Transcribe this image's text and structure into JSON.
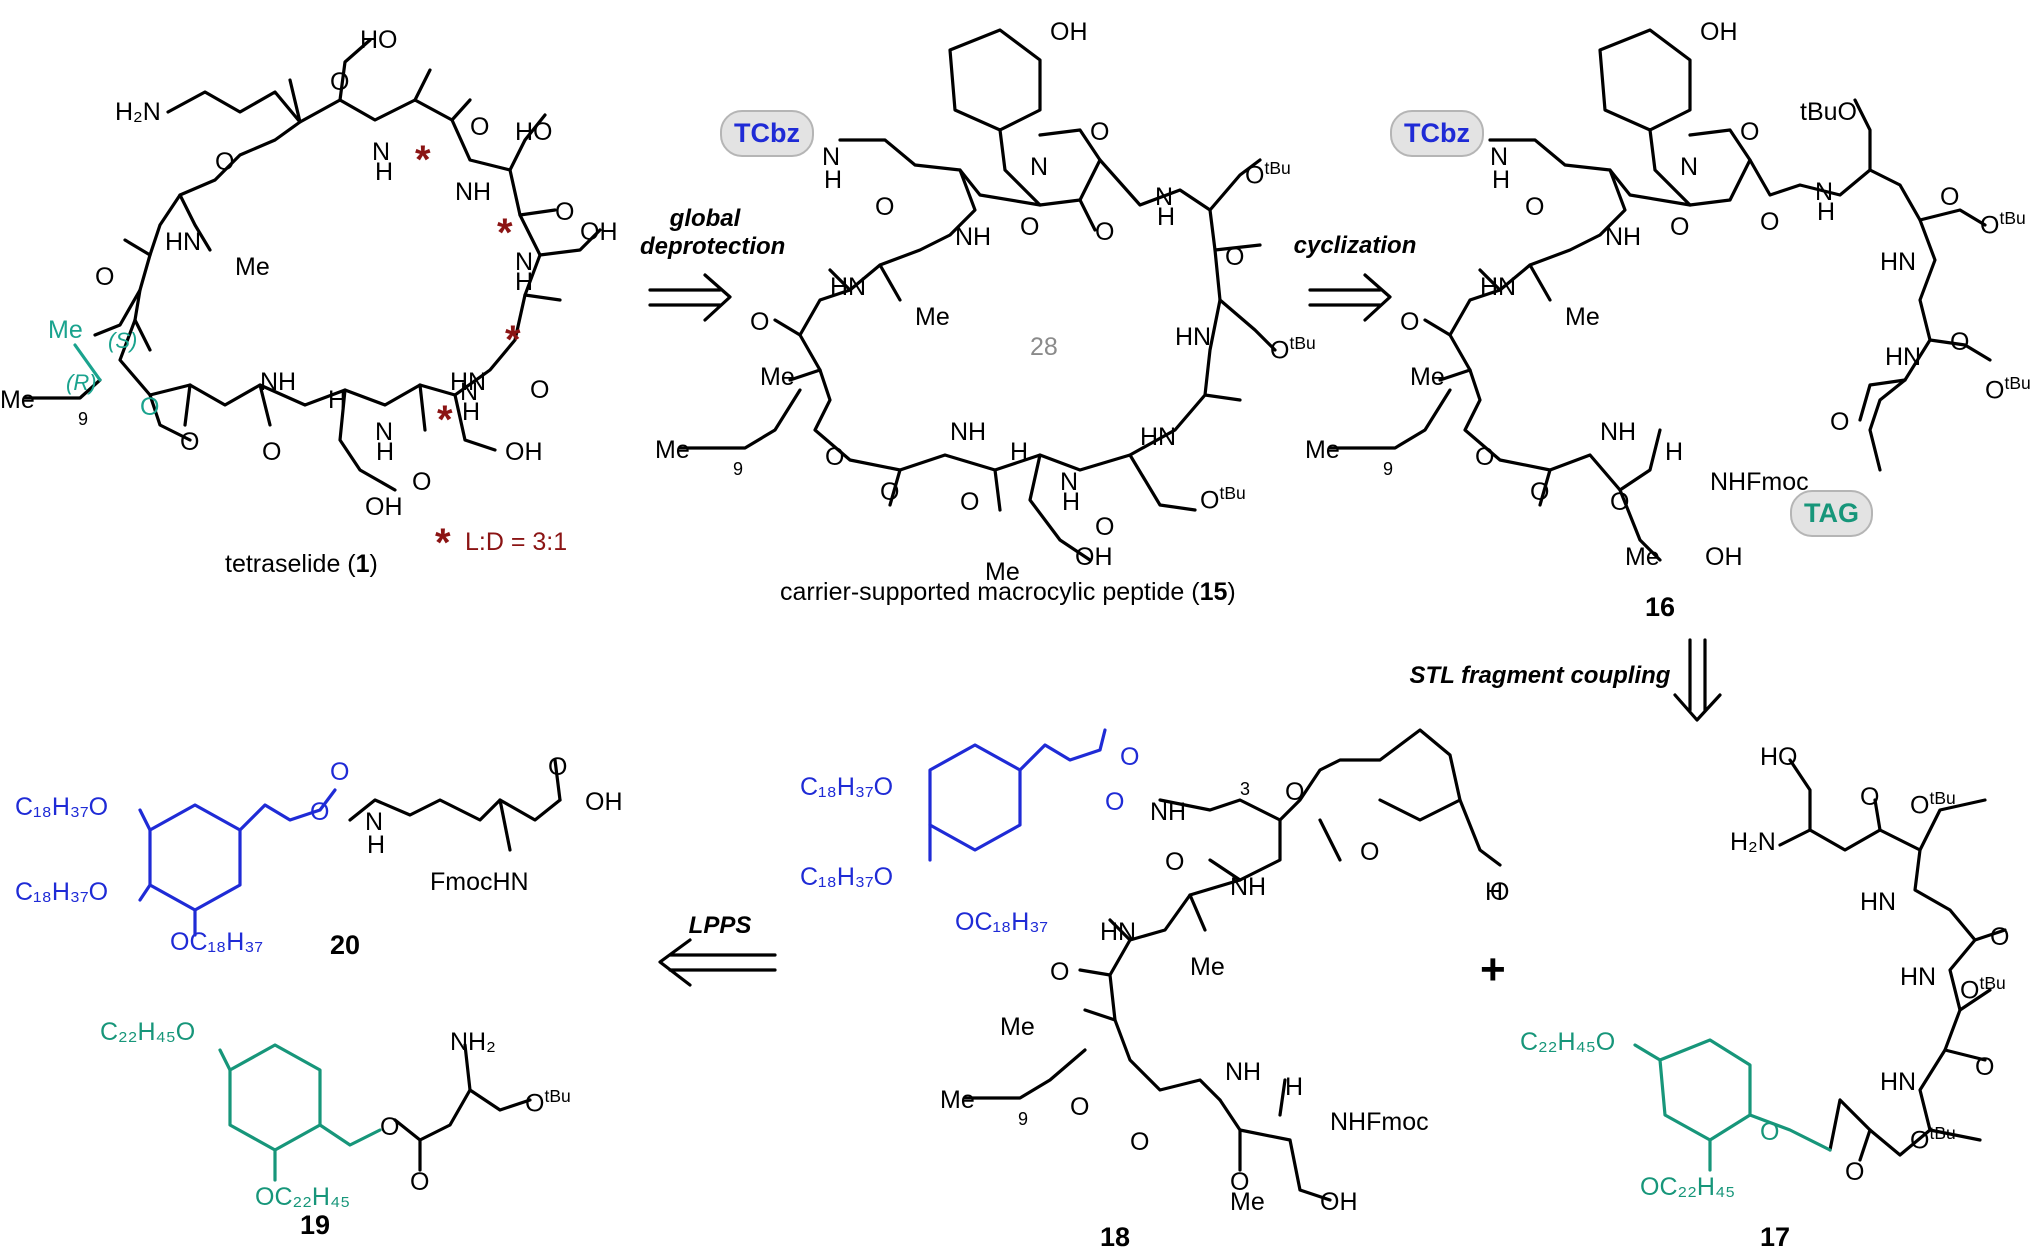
{
  "colors": {
    "black": "#000000",
    "blue_tag": "#1f2bd6",
    "green_tag": "#17967a",
    "teal_stereo": "#1aa38e",
    "dark_red": "#8b1414",
    "gray": "#8a8a8a"
  },
  "arrows": {
    "global_deprotection_line1": "global",
    "global_deprotection_line2": "deprotection",
    "cyclization": "cyclization",
    "stl_coupling": "STL fragment coupling",
    "lpps": "LPPS"
  },
  "compounds": {
    "c1": {
      "caption_prefix": "tetraselide (",
      "number": "1",
      "caption_suffix": ")",
      "legend": "L:D = 3:1",
      "star": "*",
      "atoms": {
        "h2n": "H₂N",
        "o1": "O",
        "nh1": "N",
        "nh1h": "H",
        "ho1": "HO",
        "o2": "O",
        "ho2": "HO",
        "nh2": "NH",
        "nh3": "N",
        "nh3h": "H",
        "hn4": "HN",
        "me1": "Me",
        "o3": "O",
        "o4": "O",
        "nh5": "N",
        "nh5h": "H",
        "oh3": "OH",
        "o5": "O",
        "me2": "Me",
        "s": "(S)",
        "r": "(R)",
        "me3": "Me",
        "nine": "9",
        "o6": "O",
        "o7": "O",
        "nh6": "NH",
        "h1": "H",
        "nh7": "N",
        "nh7h": "H",
        "hn8": "HN",
        "o8": "O",
        "o9": "O",
        "o10": "O",
        "oh4": "OH",
        "oh5": "OH"
      }
    },
    "c15": {
      "caption_prefix": "carrier-supported macrocylic peptide (",
      "number": "15",
      "caption_suffix": ")",
      "ring_size": "28",
      "tag": "TCbz",
      "atoms": {
        "oh": "OH",
        "o_ox": "O",
        "n_ox": "N",
        "n_h": "N",
        "n_h2": "H",
        "o1": "O",
        "nh1": "NH",
        "hn2": "HN",
        "me1": "Me",
        "o2": "O",
        "o3": "O",
        "nh3": "N",
        "nh3h": "H",
        "otbu1": "O",
        "tbu1": "tBu",
        "o4": "O",
        "hn4": "HN",
        "otbu2": "O",
        "tbu2": "tBu",
        "hn5": "HN",
        "o5": "O",
        "me2": "Me",
        "me3": "Me",
        "nine": "9",
        "o6": "O",
        "o7": "O",
        "nh6": "NH",
        "h1": "H",
        "nh7": "N",
        "nh7h": "H",
        "o8": "O",
        "o9": "O",
        "otbu3": "O",
        "tbu3": "tBu",
        "me4": "Me",
        "oh2": "OH"
      }
    },
    "c16": {
      "number": "16",
      "tag": "TCbz",
      "tag2": "TAG",
      "atoms": {
        "oh": "OH",
        "o_ox": "O",
        "n_ox": "N",
        "n_h": "N",
        "n_h2": "H",
        "tbuo": "tBuO",
        "o1": "O",
        "nh1": "NH",
        "hn2": "HN",
        "me1": "Me",
        "o2": "O",
        "o3": "O",
        "nh3": "N",
        "nh3h": "H",
        "o4": "O",
        "otbu2": "O",
        "tbu2": "tBu",
        "hn4": "HN",
        "o5": "O",
        "hn5": "HN",
        "otbu3": "O",
        "tbu3": "tBu",
        "o6": "O",
        "o7": "O",
        "me2": "Me",
        "me3": "Me",
        "nine": "9",
        "o8": "O",
        "o9": "O",
        "nh6": "NH",
        "h1": "H",
        "nhfmoc": "NHFmoc",
        "o10": "O",
        "me4": "Me",
        "oh2": "OH"
      }
    },
    "c17": {
      "number": "17",
      "atoms": {
        "ho": "HO",
        "h2n": "H₂N",
        "o1": "O",
        "otbu1": "O",
        "tbu1": "tBu",
        "hn1": "HN",
        "o2": "O",
        "hn2": "HN",
        "otbu2": "O",
        "tbu2": "tBu",
        "hn3": "HN",
        "o3": "O",
        "c22o": "C₂₂H₄₅O",
        "o4": "O",
        "o5": "O",
        "otbu3": "O",
        "tbu3": "tBu",
        "oc22": "OC₂₂H₄₅"
      }
    },
    "c18": {
      "number": "18",
      "atoms": {
        "c18o1": "C₁₈H₃₇O",
        "c18o2": "C₁₈H₃₇O",
        "oc18": "OC₁₈H₃₇",
        "o_carb": "O",
        "o_carb2": "O",
        "nh": "NH",
        "three": "3",
        "o1": "O",
        "o2": "O",
        "cho_o": "O",
        "cho_h": "H",
        "o3": "O",
        "nh2": "NH",
        "hn3": "HN",
        "me1": "Me",
        "o4": "O",
        "me2": "Me",
        "me3": "Me",
        "nine": "9",
        "o5": "O",
        "o6": "O",
        "nh4": "NH",
        "h1": "H",
        "nhfmoc": "NHFmoc",
        "o7": "O",
        "me4": "Me",
        "oh": "OH"
      }
    },
    "c19": {
      "number": "19",
      "atoms": {
        "c22o": "C₂₂H₄₅O",
        "oc22": "OC₂₂H₄₅",
        "o1": "O",
        "nh2": "NH₂",
        "otbu": "O",
        "tbu": "tBu",
        "o2": "O"
      }
    },
    "c20": {
      "number": "20",
      "atoms": {
        "c18o1": "C₁₈H₃₇O",
        "c18o2": "C₁₈H₃₇O",
        "oc18": "OC₁₈H₃₇",
        "o1": "O",
        "o2": "O",
        "nh": "N",
        "nhh": "H",
        "o3": "O",
        "oh": "OH",
        "fmochn": "FmocHN"
      }
    }
  },
  "plus": "+"
}
